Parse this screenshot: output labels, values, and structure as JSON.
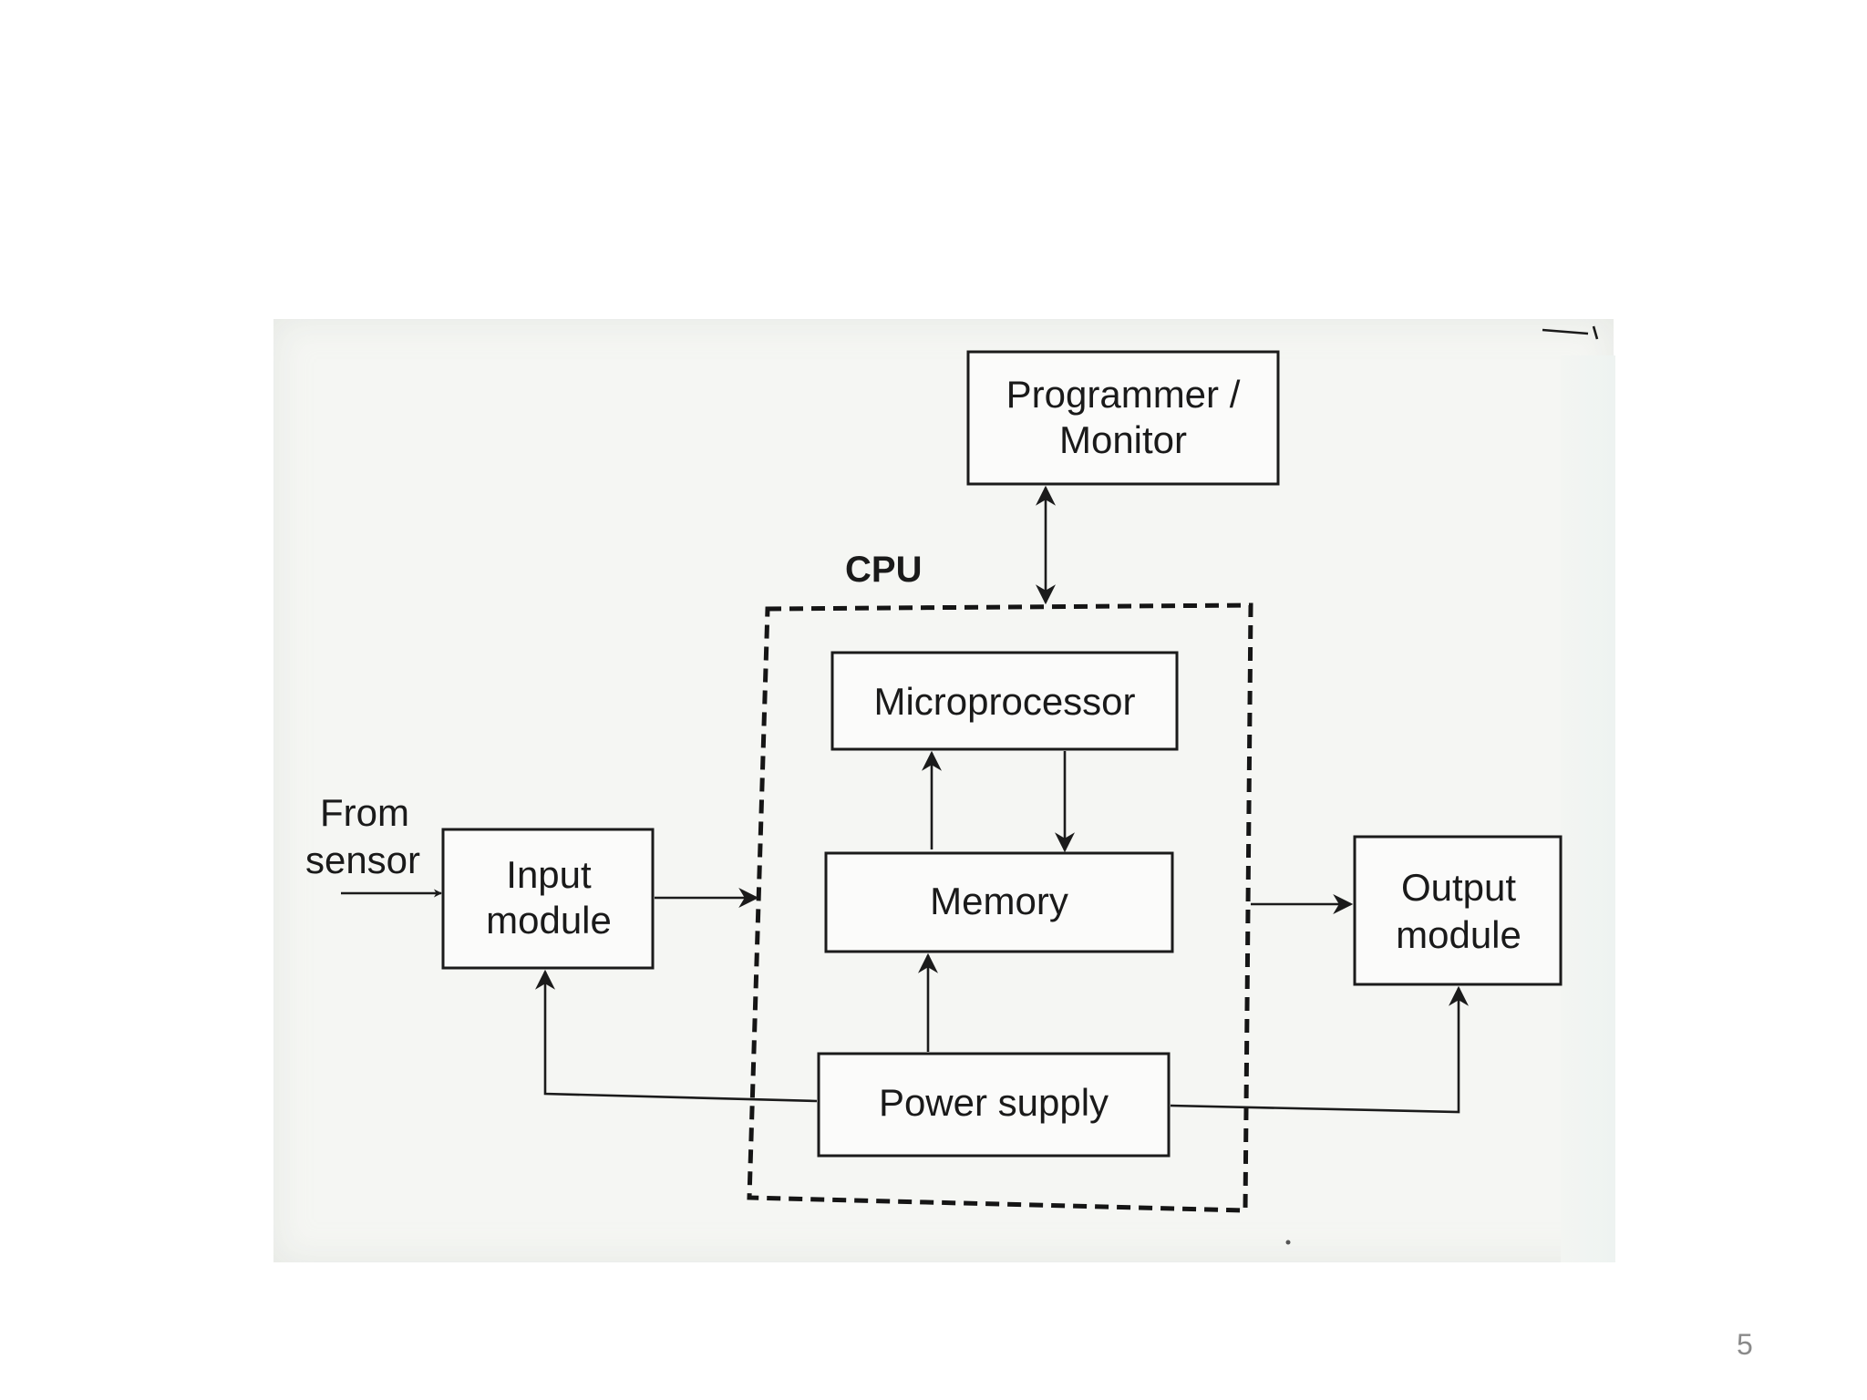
{
  "diagram": {
    "nodes": {
      "programmer": {
        "line1": "Programmer /",
        "line2": "Monitor"
      },
      "cpu": {
        "label": "CPU"
      },
      "microprocessor": {
        "label": "Microprocessor"
      },
      "memory": {
        "label": "Memory"
      },
      "power": {
        "label": "Power supply"
      },
      "input": {
        "line1": "Input",
        "line2": "module"
      },
      "output": {
        "line1": "Output",
        "line2": "module"
      },
      "sensor": {
        "line1": "From",
        "line2": "sensor"
      }
    },
    "edges": [
      {
        "from": "programmer",
        "to": "cpu",
        "direction": "both"
      },
      {
        "from": "sensor",
        "to": "input",
        "direction": "forward"
      },
      {
        "from": "input",
        "to": "cpu",
        "direction": "forward"
      },
      {
        "from": "memory",
        "to": "microprocessor",
        "direction": "forward"
      },
      {
        "from": "microprocessor",
        "to": "memory",
        "direction": "forward"
      },
      {
        "from": "power",
        "to": "memory",
        "direction": "forward"
      },
      {
        "from": "power",
        "to": "input",
        "direction": "forward"
      },
      {
        "from": "power",
        "to": "output",
        "direction": "forward"
      },
      {
        "from": "cpu",
        "to": "output",
        "direction": "forward"
      }
    ]
  },
  "slide": {
    "page_number": "5"
  }
}
